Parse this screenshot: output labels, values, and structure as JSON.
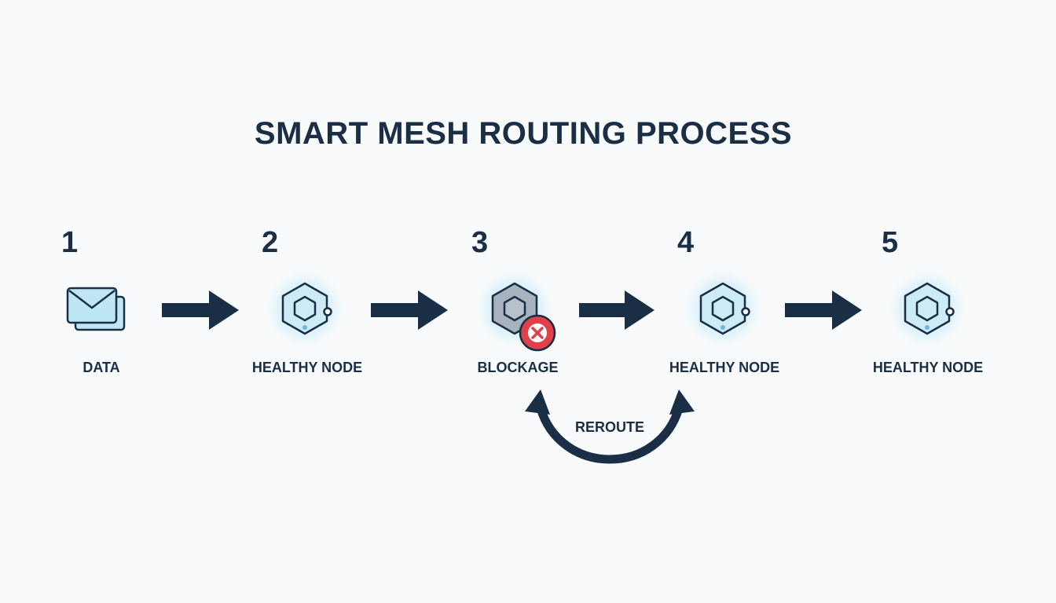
{
  "title": "SMART MESH ROUTING PROCESS",
  "steps": [
    {
      "number": "1",
      "label": "DATA",
      "icon": "envelope-icon"
    },
    {
      "number": "2",
      "label": "HEALTHY NODE",
      "icon": "hexagon-node-icon"
    },
    {
      "number": "3",
      "label": "BLOCKAGE",
      "icon": "blocked-node-icon"
    },
    {
      "number": "4",
      "label": "HEALTHY NODE",
      "icon": "hexagon-node-icon"
    },
    {
      "number": "5",
      "label": "HEALTHY NODE",
      "icon": "hexagon-node-icon"
    }
  ],
  "reroute": {
    "label": "REROUTE"
  },
  "colors": {
    "ink": "#1a2e45",
    "glow": "#cdeaf7",
    "icon_fill": "#bfe6f5",
    "blocked_fill": "#a9b3bd",
    "error": "#e0404a"
  }
}
